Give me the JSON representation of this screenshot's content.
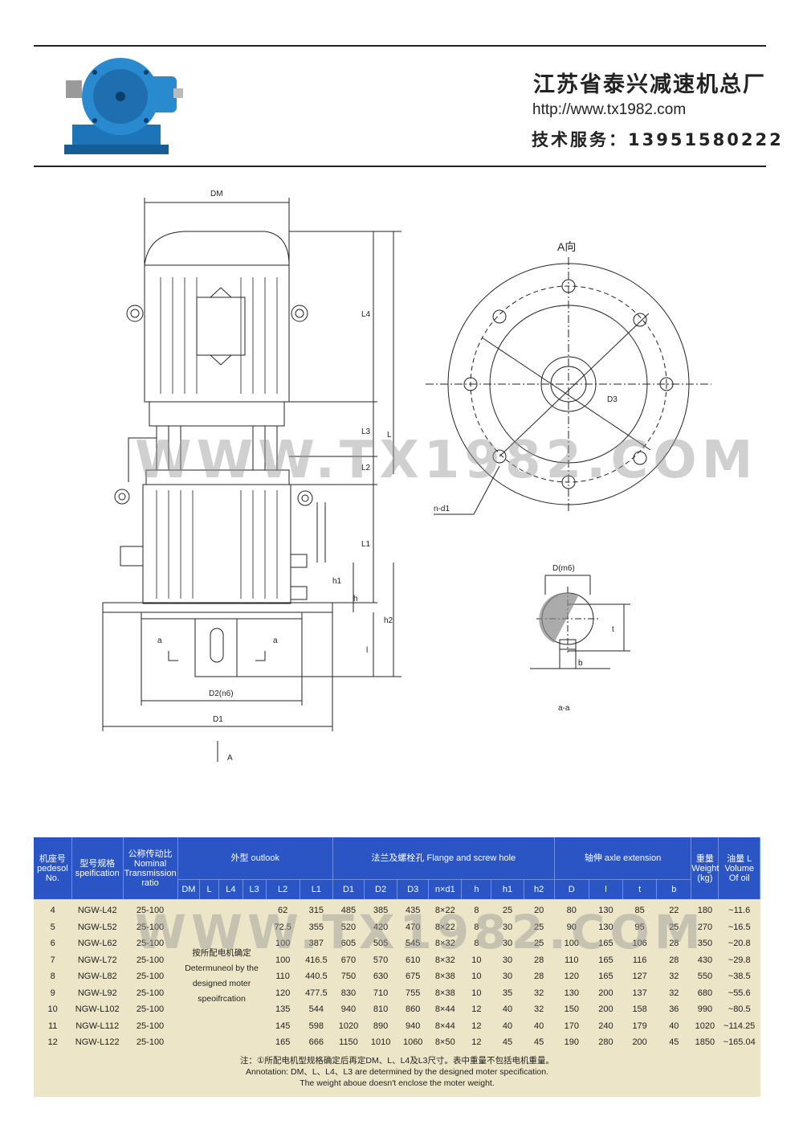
{
  "header": {
    "company": "江苏省泰兴减速机总厂",
    "website": "http://www.tx1982.com",
    "service": "技术服务：13951580222"
  },
  "watermark": "WWW.TX1982.COM",
  "drawing": {
    "labels": {
      "dm": "DM",
      "l4": "L4",
      "l3": "L3",
      "l2": "L2",
      "l1": "L1",
      "l": "L",
      "h1": "h1",
      "h": "h",
      "h2": "h2",
      "lsmall": "l",
      "a_left": "a",
      "a_right": "a",
      "d2": "D2(n6)",
      "d1": "D1",
      "a_bottom": "A",
      "view_a": "A向",
      "d3": "D3",
      "nd1": "n-d1",
      "dm6": "D(m6)",
      "t": "t",
      "b": "b",
      "section": "a-a"
    }
  },
  "table": {
    "headers": {
      "pedesol": "机座号 pedesol No.",
      "spec": "型号规格 speification",
      "ratio": "公称传动比 Nominal Transmission ratio",
      "outlook": "外型 outlook",
      "flange": "法兰及螺栓孔 Flange and screw hole",
      "axle": "轴伸 axle extension",
      "weight": "重量 Weight (kg)",
      "oil": "油量 L Volume Of oil"
    },
    "subheaders": [
      "DM",
      "L",
      "L4",
      "L3",
      "L2",
      "L1",
      "D1",
      "D2",
      "D3",
      "n×d1",
      "h",
      "h1",
      "h2",
      "D",
      "l",
      "t",
      "b"
    ],
    "spec_note": "按所配电机确定 Determuneol by the designed moter speoifrcation",
    "rows": [
      [
        "4",
        "NGW-L42",
        "25-100",
        "62",
        "315",
        "485",
        "385",
        "435",
        "8×22",
        "8",
        "25",
        "20",
        "80",
        "130",
        "85",
        "22",
        "180",
        "~11.6"
      ],
      [
        "5",
        "NGW-L52",
        "25-100",
        "72.5",
        "355",
        "520",
        "420",
        "470",
        "8×22",
        "8",
        "30",
        "25",
        "90",
        "130",
        "95",
        "25",
        "270",
        "~16.5"
      ],
      [
        "6",
        "NGW-L62",
        "25-100",
        "100",
        "387",
        "605",
        "505",
        "545",
        "8×32",
        "8",
        "30",
        "25",
        "100",
        "165",
        "106",
        "28",
        "350",
        "~20.8"
      ],
      [
        "7",
        "NGW-L72",
        "25-100",
        "100",
        "416.5",
        "670",
        "570",
        "610",
        "8×32",
        "10",
        "30",
        "28",
        "110",
        "165",
        "116",
        "28",
        "430",
        "~29.8"
      ],
      [
        "8",
        "NGW-L82",
        "25-100",
        "110",
        "440.5",
        "750",
        "630",
        "675",
        "8×38",
        "10",
        "30",
        "28",
        "120",
        "165",
        "127",
        "32",
        "550",
        "~38.5"
      ],
      [
        "9",
        "NGW-L92",
        "25-100",
        "120",
        "477.5",
        "830",
        "710",
        "755",
        "8×38",
        "10",
        "35",
        "32",
        "130",
        "200",
        "137",
        "32",
        "680",
        "~55.6"
      ],
      [
        "10",
        "NGW-L102",
        "25-100",
        "135",
        "544",
        "940",
        "810",
        "860",
        "8×44",
        "12",
        "40",
        "32",
        "150",
        "200",
        "158",
        "36",
        "990",
        "~80.5"
      ],
      [
        "11",
        "NGW-L112",
        "25-100",
        "145",
        "598",
        "1020",
        "890",
        "940",
        "8×44",
        "12",
        "40",
        "40",
        "170",
        "240",
        "179",
        "40",
        "1020",
        "~114.25"
      ],
      [
        "12",
        "NGW-L122",
        "25-100",
        "165",
        "666",
        "1150",
        "1010",
        "1060",
        "8×50",
        "12",
        "45",
        "45",
        "190",
        "280",
        "200",
        "45",
        "1850",
        "~165.04"
      ]
    ]
  },
  "notes": {
    "cn": "注：①所配电机型规格确定后再定DM、L、L4及L3尺寸。表中重量不包括电机重量。",
    "en1": "Annotation: DM、L、L4、L3 are determined by the designed moter specification.",
    "en2": "The weight aboue doesn't enclose the moter weight."
  }
}
